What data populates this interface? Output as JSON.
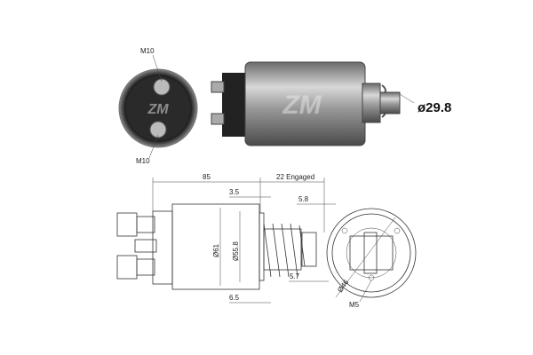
{
  "top_view": {
    "front_labels": [
      "M10",
      "M10"
    ],
    "logo_text": "ZM",
    "plunger_diameter": "ø29.8"
  },
  "drawing": {
    "dim_length": "85",
    "dim_engaged": "22 Engaged",
    "dim_flange": "3.5",
    "dim_plunger_end": "5.8",
    "dim_body_dia": "Ø61",
    "dim_inner_dia": "Ø55.8",
    "dim_pin": "5.7",
    "dim_base": "6.5",
    "dim_bolt_circle": "Ø46",
    "dim_thread": "M5"
  }
}
